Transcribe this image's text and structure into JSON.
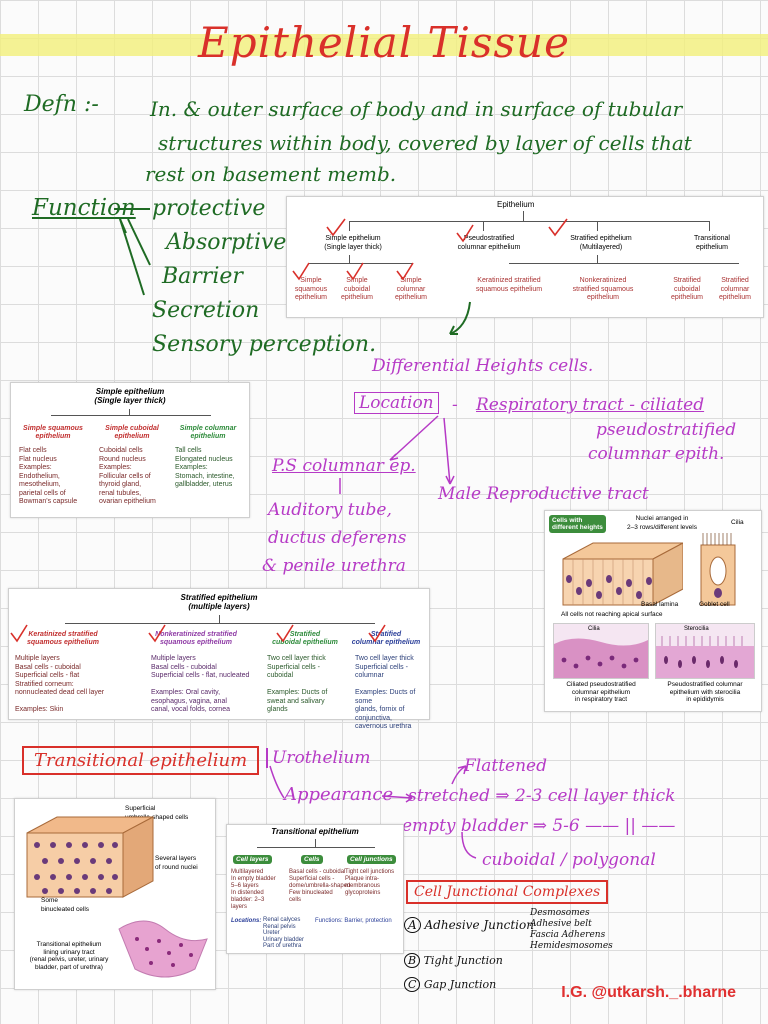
{
  "title": "Epithelial Tissue",
  "definition": {
    "label": "Defn :-",
    "line1": "In. & outer surface of body and in surface of tubular",
    "line2": "structures within body, covered by layer of cells that",
    "line3": "rest on basement memb."
  },
  "functions": {
    "title": "Function",
    "items": [
      "protective",
      "Absorptive",
      "Barrier",
      "Secretion",
      "Sensory perception."
    ]
  },
  "epithelium_chart": {
    "root": "Epithelium",
    "level1": [
      {
        "label": "Simple epithelium\n(Single layer thick)"
      },
      {
        "label": "Pseudostratified\ncolumnar epithelium"
      },
      {
        "label": "Stratified epithelium\n(Multilayered)"
      },
      {
        "label": "Transitional\nepithelium"
      }
    ],
    "simple_children": [
      "Simple\nsquamous\nepithelium",
      "Simple\ncuboidal\nepithelium",
      "Simple\ncolumnar\nepithelium"
    ],
    "stratified_children": [
      "Keratinized stratified\nsquamous epithelium",
      "Nonkeratinized\nstratified squamous\nepithelium",
      "Stratified\ncuboidal\nepithelium",
      "Stratified\ncolumnar\nepithelium"
    ]
  },
  "pseudo_notes": {
    "heading": "Differential Heights cells.",
    "location_label": "Location",
    "resp": "Respiratory tract - ciliated",
    "resp2": "pseudostratified",
    "resp3": "columnar epith.",
    "ps_col": "P.S columnar ep.",
    "auditory": "Auditory tube,",
    "ductus": "ductus deferens",
    "penile": "& penile urethra",
    "male": "Male Reproductive tract"
  },
  "simple_table": {
    "title": "Simple epithelium\n(Single layer thick)",
    "columns": [
      {
        "head": "Simple squamous\nepithelium",
        "body": "Flat cells\nFlat nucleus\nExamples:\nEndothelium,\nmesothelium,\nparietal cells of\nBowman's capsule"
      },
      {
        "head": "Simple cuboidal\nepithelium",
        "body": "Cuboidal cells\nRound nucleus\nExamples:\nFollicular cells of\nthyroid gland,\nrenal tubules,\novarian epithelium"
      },
      {
        "head": "Simple columnar\nepithelium",
        "body": "Tall cells\nElongated nucleus\nExamples:\nStomach, intestine,\ngallbladder, uterus"
      }
    ]
  },
  "pseudo_figure": {
    "cells_label": "Cells with\ndifferent heights",
    "nuclei_label": "Nuclei arranged in\n2–3 rows/different levels",
    "cilia_label": "Cilia",
    "basal_label": "Basal lamina",
    "goblet_label": "Goblet cell",
    "all_cells_label": "All cells not reaching apical surface",
    "cilia2": "Cilia",
    "stereocilia": "Sterocilia",
    "cap1": "Ciliated pseudostratified\ncolumnar epithelium\nin respiratory tract",
    "cap2": "Pseudostratified columnar\nepithelium with sterocilia\nin epididymis"
  },
  "stratified_table": {
    "title": "Stratified epithelium\n(multiple layers)",
    "columns": [
      {
        "head": "Keratinized stratified\nsquamous epithelium",
        "body": "Multiple layers\nBasal cells - cuboidal\nSuperficial cells - flat\nStratified corneum:\nnonnucleated dead cell layer\n\nExamples: Skin"
      },
      {
        "head": "Nonkeratinized stratified\nsquamous epithelium",
        "body": "Multiple layers\nBasal cells - cuboidal\nSuperficial cells - flat, nucleated\n\nExamples: Oral cavity,\nesophagus, vagina, anal\ncanal, vocal folds, cornea"
      },
      {
        "head": "Stratified\ncuboidal epithelium",
        "body": "Two cell layer thick\nSuperficial cells - cuboidal\n\nExamples: Ducts of\nsweat and salivary glands"
      },
      {
        "head": "Stratified\ncolumnar epithelium",
        "body": "Two cell layer thick\nSuperficial cells - columnar\n\nExamples: Ducts of some\nglands, fornix of conjunctiva,\ncavernous urethra"
      }
    ]
  },
  "transitional": {
    "label": "Transitional epithelium",
    "urothelium": "Urothelium",
    "appearance": "Appearance",
    "flattened": "Flattened",
    "stretched": "stretched ⇒ 2-3 cell layer thick",
    "empty": "empty bladder ⇒ 5-6 —— || ——",
    "cuboidal": "cuboidal / polygonal",
    "junction_title": "Cell Junctional Complexes",
    "a": "Adhesive Junction",
    "a_items": [
      "Desmosomes",
      "Adhesive belt",
      "Fascia Adherens",
      "Hemidesmosomes"
    ],
    "b": "Tight Junction",
    "c": "Gap Junction"
  },
  "transitional_figure": {
    "sup": "Superficial\numbrella-shaped cells",
    "several": "Several layers\nof round nuclei",
    "some": "Some\nbinucleated cells",
    "cap": "Transitional epithelium\nlining urinary tract\n(renal pelvis, ureter, urinary\nbladder, part of urethra)"
  },
  "transitional_table": {
    "title": "Transitional epithelium",
    "h1": "Cell layers",
    "h2": "Cells",
    "h3": "Cell junctions",
    "c1": "Multilayered\nIn empty bladder\n5–6 layers\nIn distended\nbladder: 2–3\nlayers",
    "c2": "Basal cells - cuboidal\nSuperficial cells -\ndome/umbrella-shaped\nFew binucleated\ncells",
    "c3": "Tight cell junctions\nPlaque intra-\nmembranous\nglycoproteins",
    "loc_label": "Locations:",
    "locs": "Renal calyces\nRenal pelvis\nUreter\nUrinary bladder\nPart of urethra",
    "func": "Functions: Barrier, protection"
  },
  "credit": "I.G. @utkarsh._.bharne"
}
